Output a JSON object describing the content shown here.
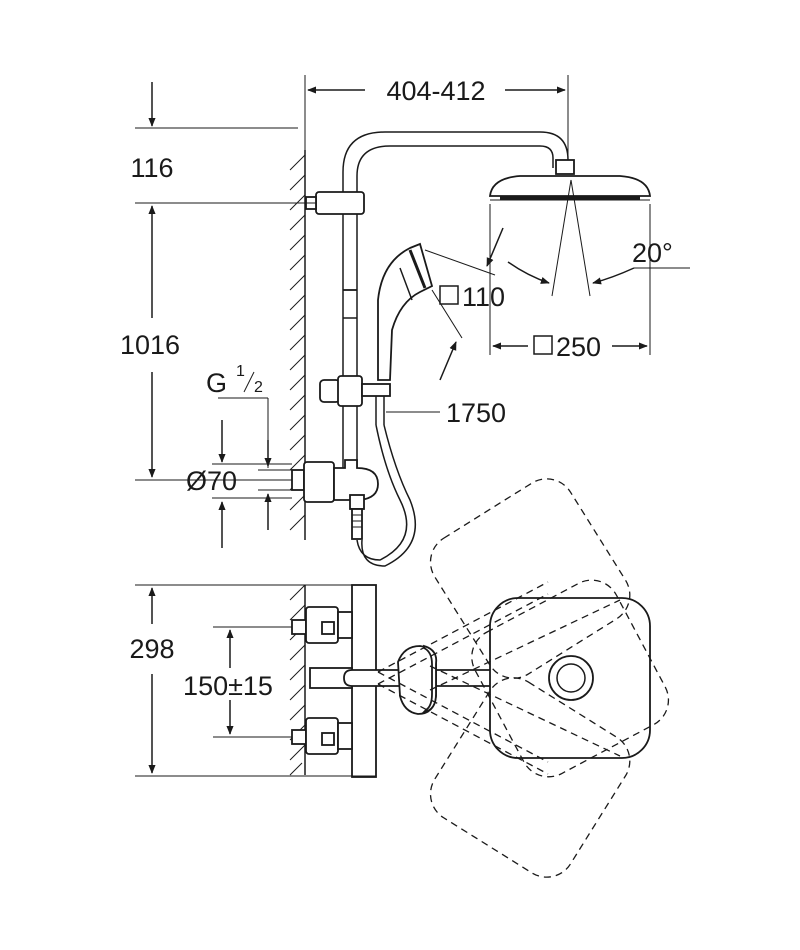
{
  "dimensions": {
    "top_width": "404-412",
    "top_offset": "116",
    "rail_height": "1016",
    "thread": "G",
    "thread_frac_num": "1",
    "thread_frac_den": "2",
    "diameter": "Ø70",
    "hand_shower_size": "110",
    "head_shower_size": "250",
    "tilt_angle": "20°",
    "hose_length": "1750",
    "plan_depth": "298",
    "inlet_spacing": "150±15"
  }
}
